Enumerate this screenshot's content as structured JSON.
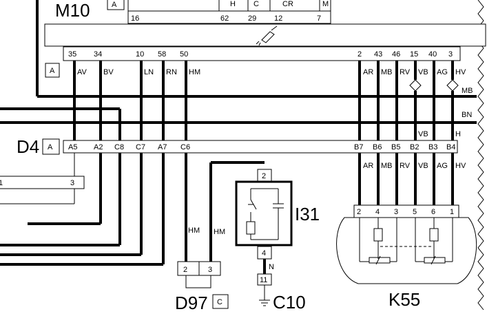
{
  "connectors": {
    "m10": {
      "name": "M10",
      "tag": "A",
      "top_pins": [
        "16",
        "62",
        "29",
        "12",
        "7"
      ],
      "top_cut": [
        "H",
        "C",
        "CR",
        "M"
      ],
      "pins": [
        "35",
        "34",
        "10",
        "58",
        "50",
        "2",
        "43",
        "46",
        "15",
        "40",
        "3"
      ],
      "wires": [
        "AV",
        "BV",
        "LN",
        "RN",
        "HM",
        "AR",
        "MB",
        "RV",
        "VB",
        "AG",
        "HV"
      ]
    },
    "d4": {
      "name": "D4",
      "tag": "A",
      "pins": [
        "A5",
        "A2",
        "C8",
        "C7",
        "A7",
        "C6",
        "B7",
        "B6",
        "B5",
        "B2",
        "B3",
        "B4"
      ],
      "wires": [
        "AR",
        "MB",
        "RV",
        "VB",
        "AG",
        "HV"
      ],
      "left_pins": [
        "1",
        "3"
      ]
    },
    "bus_labels": [
      "MB",
      "BN",
      "VB",
      "H"
    ],
    "m10_box_tag": "A",
    "i31": {
      "name": "I31",
      "pin_top": "2",
      "pin_bottom": "4"
    },
    "d97": {
      "name": "D97",
      "tag": "C",
      "pins": [
        "2",
        "3"
      ],
      "wires": [
        "HM",
        "HM"
      ]
    },
    "c10": {
      "name": "C10",
      "pin": "11",
      "wire": "N"
    },
    "k55": {
      "name": "K55",
      "pins": [
        "2",
        "4",
        "3",
        "5",
        "6",
        "1"
      ]
    }
  }
}
